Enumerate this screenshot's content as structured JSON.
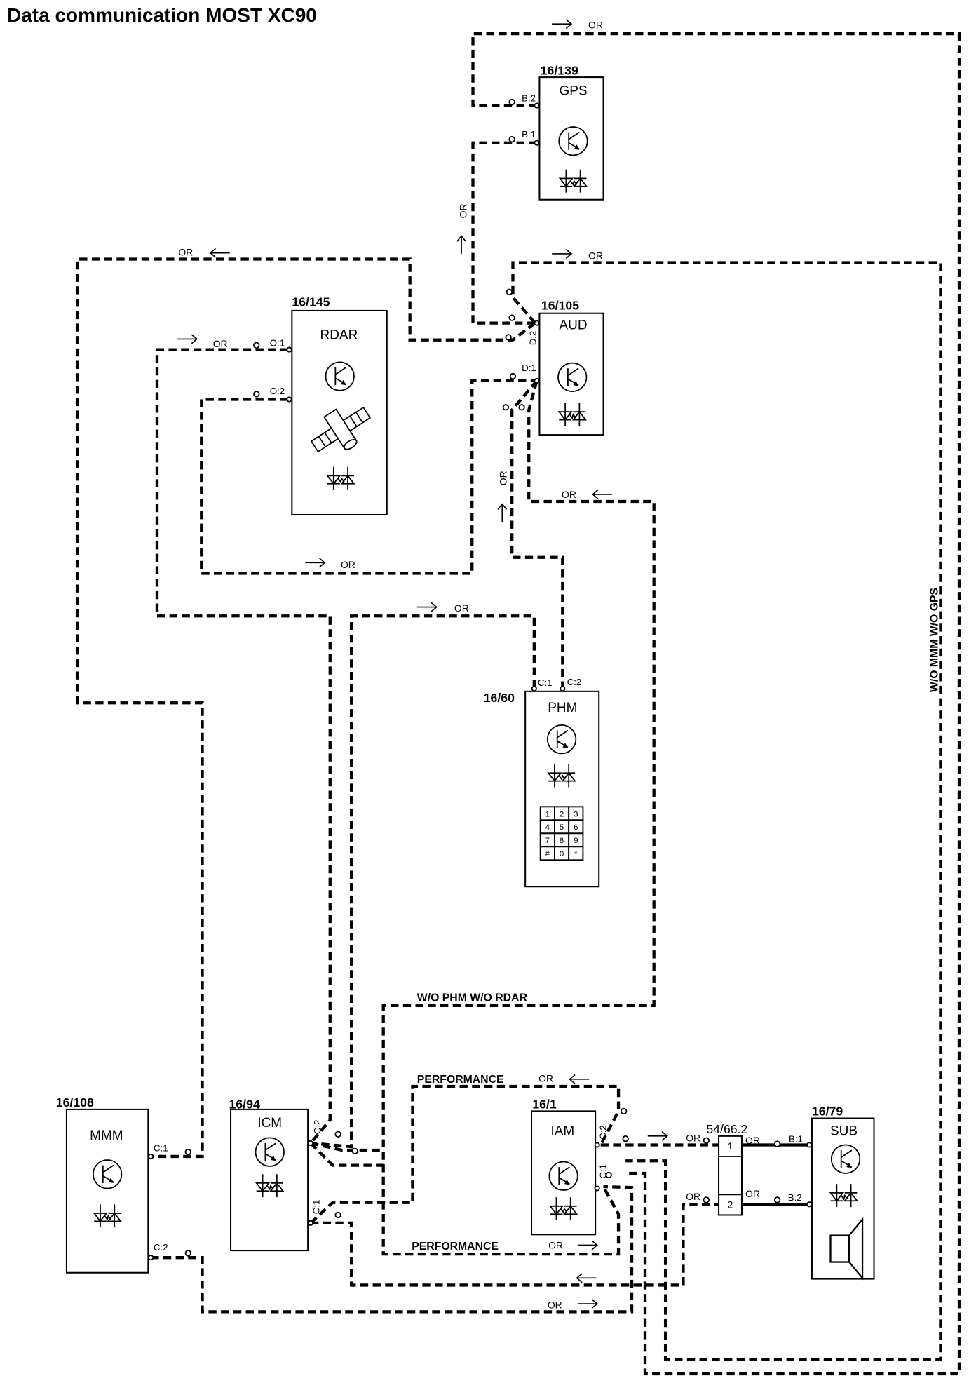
{
  "title": "Data communication MOST XC90",
  "wire_color_code": "OR",
  "modules": {
    "gps": {
      "code": "16/139",
      "name": "GPS",
      "pins": [
        "B:2",
        "B:1"
      ]
    },
    "aud": {
      "code": "16/105",
      "name": "AUD",
      "pins": [
        "D:2",
        "D:1"
      ]
    },
    "rdar": {
      "code": "16/145",
      "name": "RDAR",
      "pins": [
        "O:1",
        "O:2"
      ]
    },
    "phm": {
      "code": "16/60",
      "name": "PHM",
      "pins": [
        "C:1",
        "C:2"
      ],
      "keypad": [
        "1",
        "2",
        "3",
        "4",
        "5",
        "6",
        "7",
        "8",
        "9",
        "#",
        "0",
        "*"
      ]
    },
    "mmm": {
      "code": "16/108",
      "name": "MMM",
      "pins": [
        "C:1",
        "C:2"
      ]
    },
    "icm": {
      "code": "16/94",
      "name": "ICM",
      "pins": [
        "C:2",
        "C:1"
      ]
    },
    "iam": {
      "code": "16/1",
      "name": "IAM",
      "pins": [
        "C:2",
        "C:1"
      ]
    },
    "sub": {
      "code": "16/79",
      "name": "SUB",
      "pins": [
        "B:1",
        "B:2"
      ]
    }
  },
  "connector": {
    "code": "54/66.2",
    "pins": [
      "1",
      "2"
    ]
  },
  "notes": {
    "wo_mmm_wo_gps": "W/O MMM W/O GPS",
    "wo_phm_wo_rdar": "W/O PHM W/O RDAR",
    "performance_top": "PERFORMANCE",
    "performance_bottom": "PERFORMANCE"
  },
  "icons": {
    "transistor": "transistor-icon",
    "optical_diodes": "fiber-optic-diode-icon",
    "satellite": "satellite-icon",
    "speaker": "speaker-icon",
    "keypad": "keypad-icon",
    "arrow_right": "→",
    "arrow_left": "←",
    "arrow_up": "↑"
  }
}
